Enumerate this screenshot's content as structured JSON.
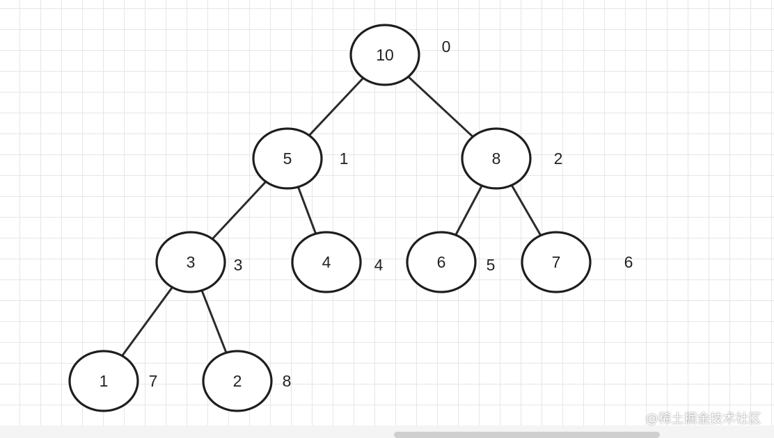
{
  "tree": {
    "nodes": [
      {
        "id": "n0",
        "value": "10",
        "index": "0"
      },
      {
        "id": "n1",
        "value": "5",
        "index": "1"
      },
      {
        "id": "n2",
        "value": "8",
        "index": "2"
      },
      {
        "id": "n3",
        "value": "3",
        "index": "3"
      },
      {
        "id": "n4",
        "value": "4",
        "index": "4"
      },
      {
        "id": "n5",
        "value": "6",
        "index": "5"
      },
      {
        "id": "n6",
        "value": "7",
        "index": "6"
      },
      {
        "id": "n7",
        "value": "1",
        "index": "7"
      },
      {
        "id": "n8",
        "value": "2",
        "index": "8"
      }
    ],
    "edges": [
      [
        "n0",
        "n1"
      ],
      [
        "n0",
        "n2"
      ],
      [
        "n1",
        "n3"
      ],
      [
        "n1",
        "n4"
      ],
      [
        "n2",
        "n5"
      ],
      [
        "n2",
        "n6"
      ],
      [
        "n3",
        "n7"
      ],
      [
        "n3",
        "n8"
      ]
    ]
  },
  "watermark": "@稀土掘金技术社区"
}
